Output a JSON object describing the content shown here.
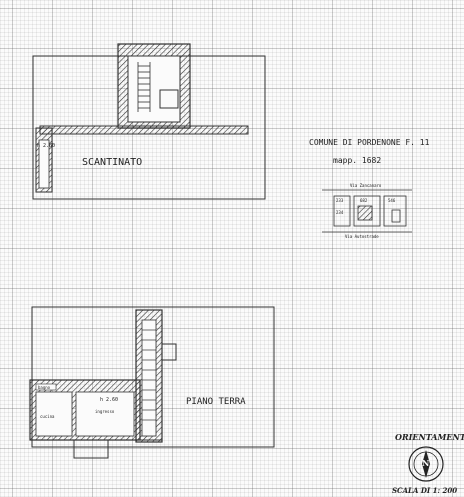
{
  "plans": {
    "basement_label": "SCANTINATO",
    "ground_floor_label": "PIANO TERRA",
    "basement_height": "h 2.60",
    "ground_height": "h 2.60",
    "room_labels": [
      "ingresso",
      "bagno",
      "cucina"
    ]
  },
  "cadastre": {
    "title": "COMUNE DI PORDENONE F. 11",
    "mapp": "mapp. 1682",
    "street_top": "Via Zancanaro",
    "street_bottom": "Via Autostrade",
    "parcels": [
      "233",
      "682",
      "546",
      "234"
    ]
  },
  "orientation": {
    "label": "ORIENTAMENTO",
    "north": "N"
  },
  "scale": {
    "label": "SCALA DI 1: 200"
  }
}
